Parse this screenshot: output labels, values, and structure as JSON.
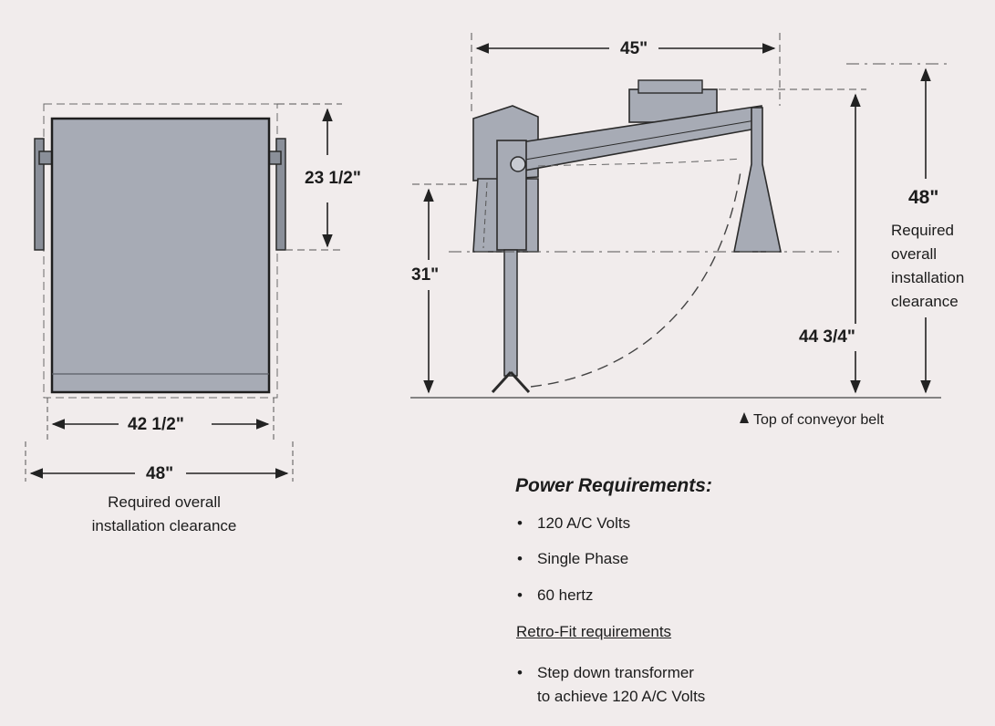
{
  "front_view": {
    "height_label": "23 1/2\"",
    "inner_width_label": "42 1/2\"",
    "outer_width_label": "48\"",
    "clearance_line1": "Required overall",
    "clearance_line2": "installation clearance"
  },
  "side_view": {
    "width_label": "45\"",
    "height_31_label": "31\"",
    "height_44_label": "44 3/4\"",
    "overall_height_label": "48\"",
    "clearance_lines": [
      "Required",
      "overall",
      "installation",
      "clearance"
    ],
    "conveyor_label": "Top of conveyor belt"
  },
  "power": {
    "heading": "Power Requirements:",
    "items": [
      "120 A/C Volts",
      "Single Phase",
      "60 hertz"
    ],
    "retrofit_heading": "Retro-Fit requirements",
    "retrofit_items": [
      {
        "line1": "Step down transformer",
        "line2": "to achieve 120 A/C Volts"
      }
    ]
  },
  "colors": {
    "background": "#f1ecec",
    "panel_fill": "#a7abb5",
    "line": "#2b2b2b",
    "dash": "#5a5a5a"
  }
}
